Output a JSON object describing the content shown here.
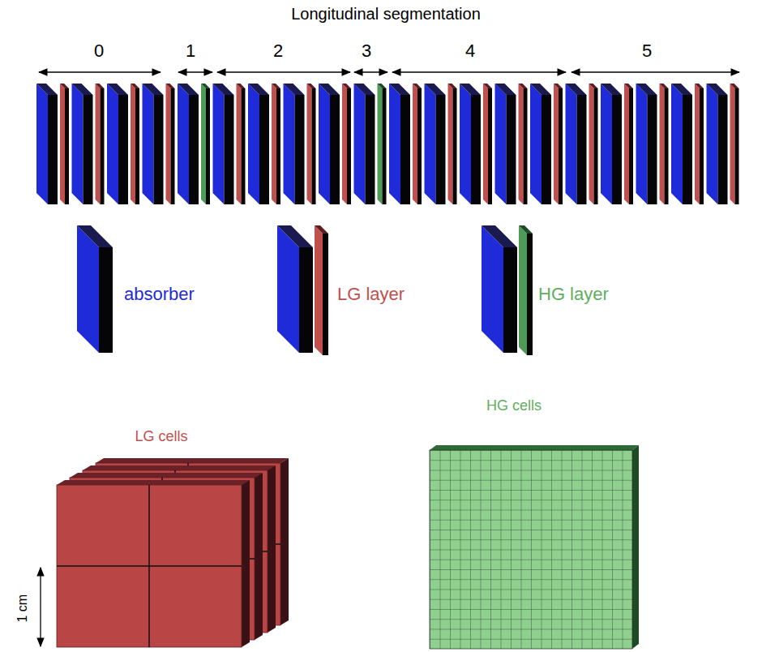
{
  "diagram": {
    "title": "Longitudinal segmentation",
    "labels": [
      "0",
      "1",
      "2",
      "3",
      "4",
      "5",
      "LG cells",
      "HG cells",
      "1 cm"
    ],
    "legend": [
      {
        "text": "absorber"
      },
      {
        "text": "LG layer"
      },
      {
        "text": "HG layer"
      }
    ]
  }
}
